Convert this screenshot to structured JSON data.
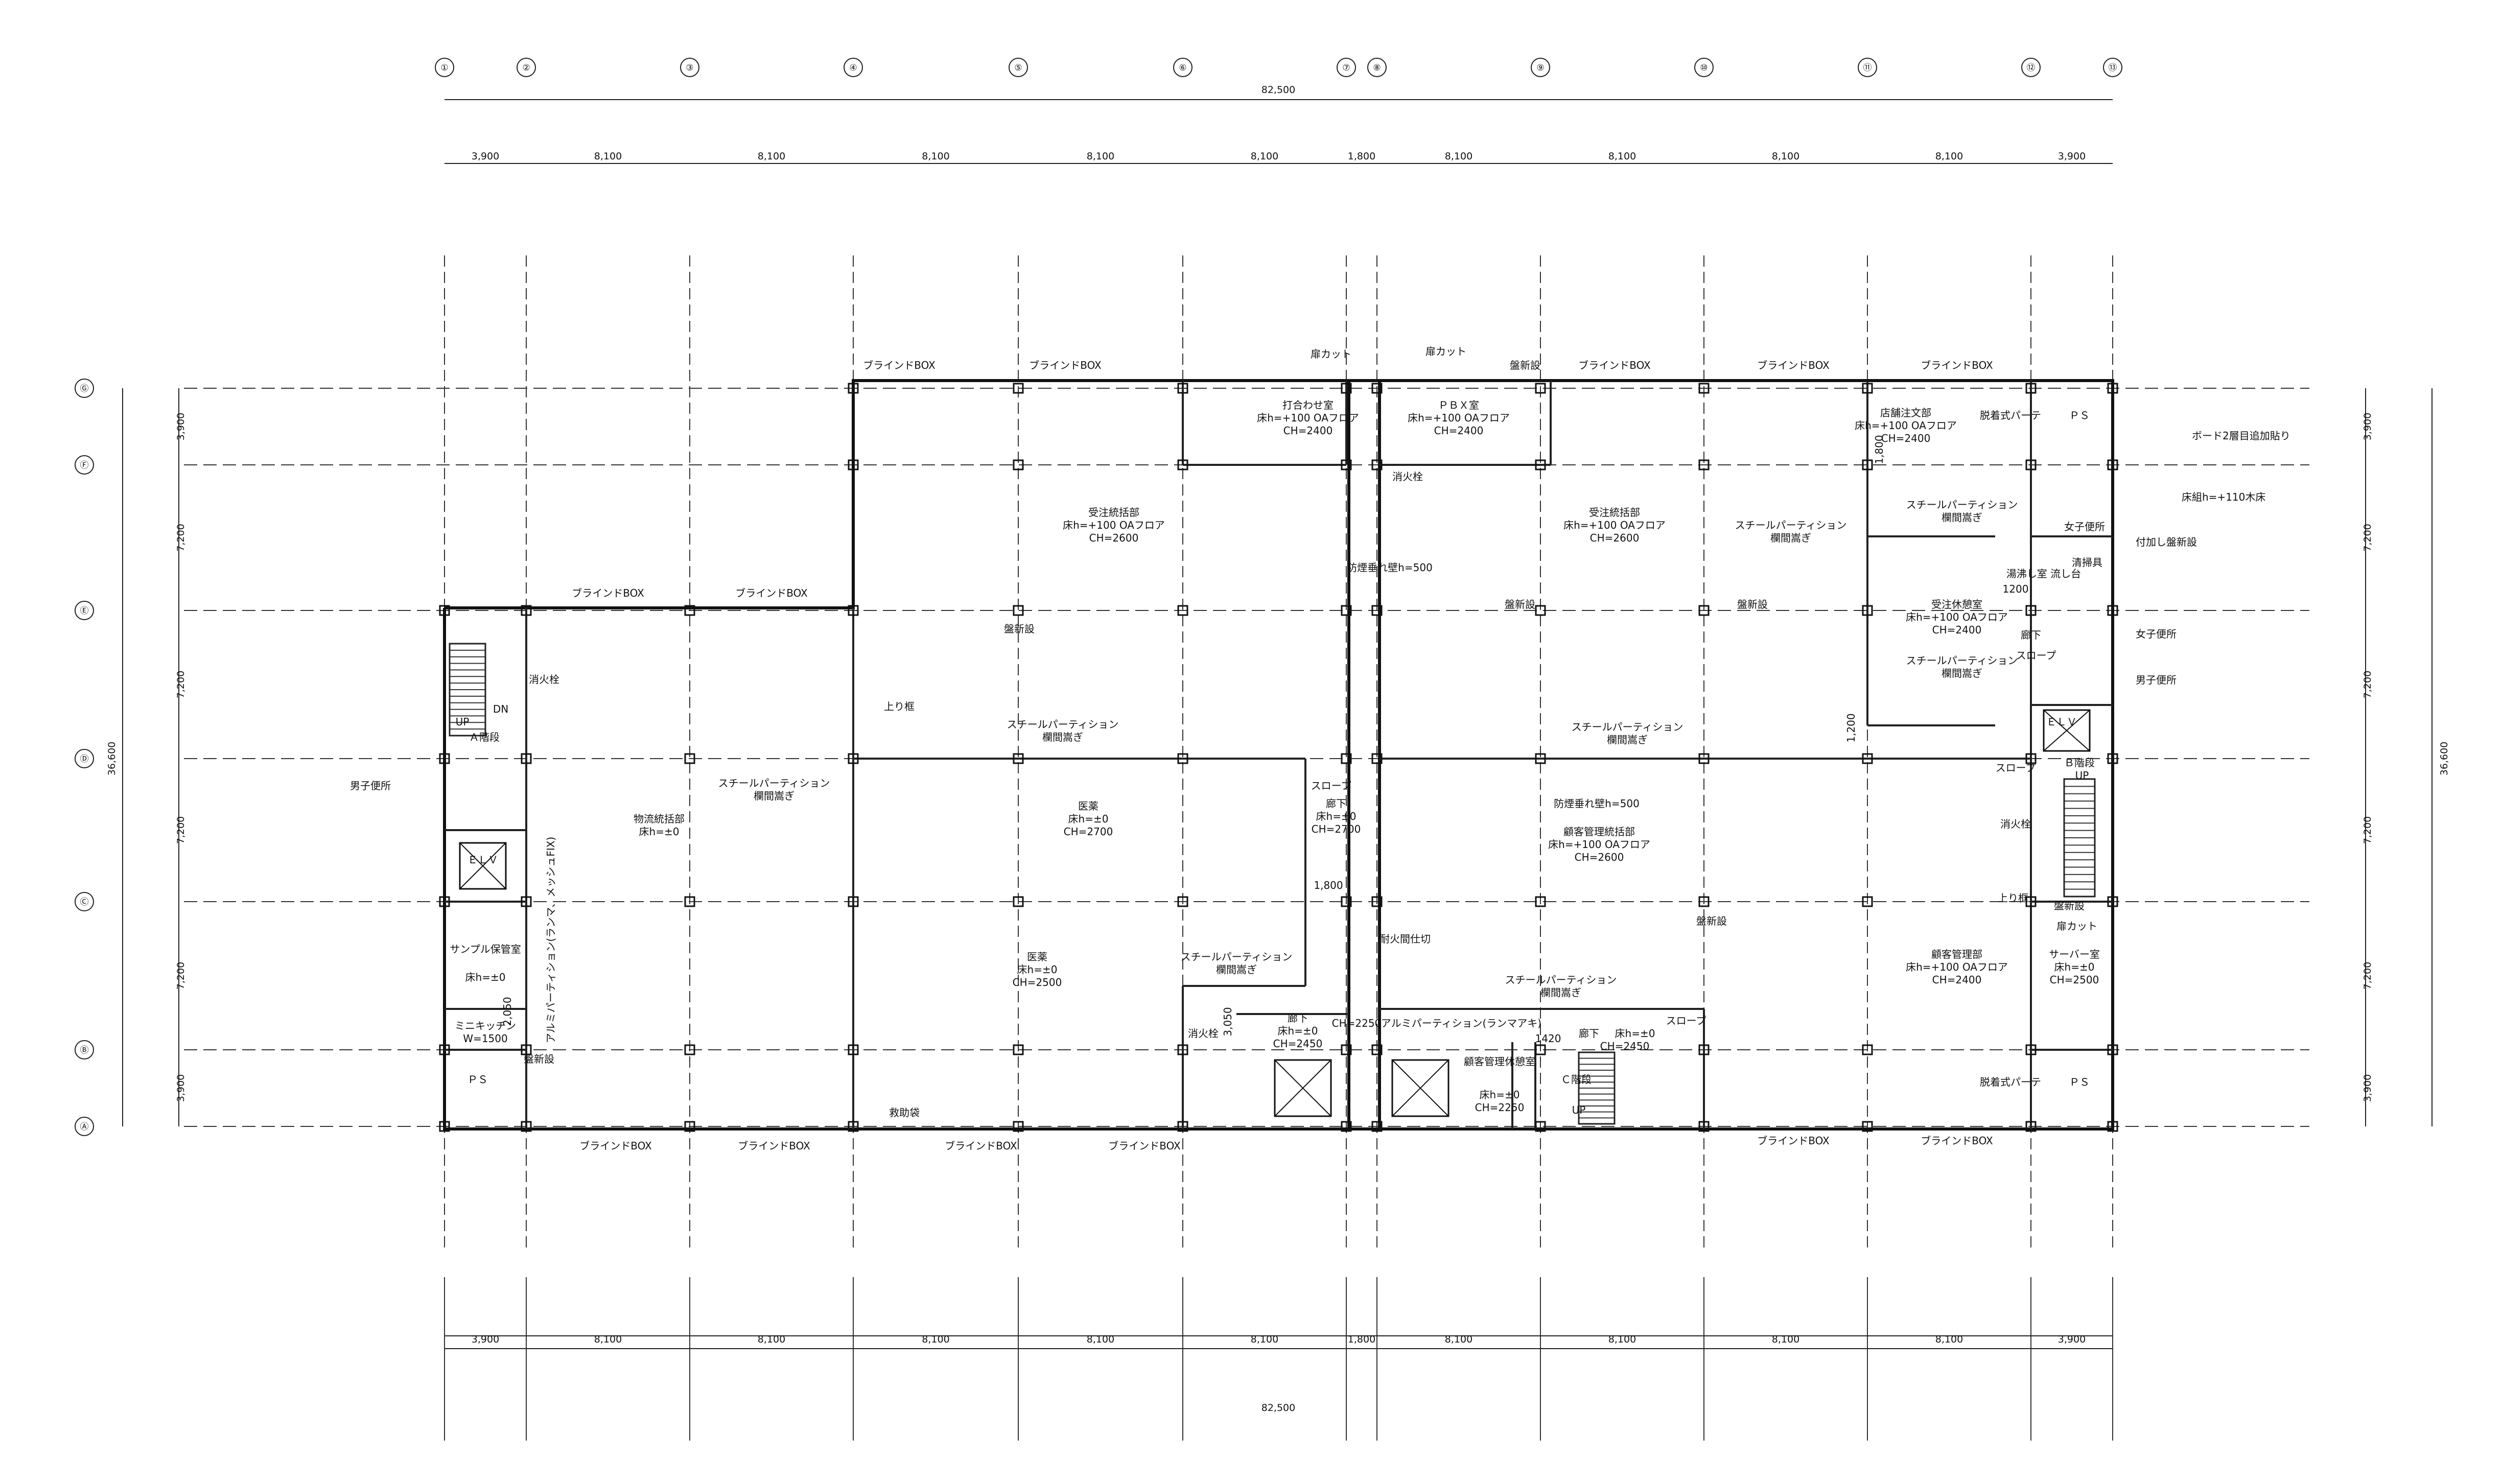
{
  "axes": {
    "columns": [
      "①",
      "②",
      "③",
      "④",
      "⑤",
      "⑥",
      "⑦",
      "⑧",
      "⑨",
      "⑩",
      "⑪",
      "⑫",
      "⑬"
    ],
    "rows": [
      "Ⓐ",
      "Ⓑ",
      "Ⓒ",
      "Ⓓ",
      "Ⓔ",
      "Ⓕ",
      "Ⓖ"
    ]
  },
  "dimensions": {
    "overall": "82,500",
    "bays": [
      "3,900",
      "8,100",
      "8,100",
      "8,100",
      "8,100",
      "8,100",
      "1,800",
      "8,100",
      "8,100",
      "8,100",
      "8,100",
      "3,900"
    ],
    "vertical_total": "36,600",
    "vertical_bays": [
      "3,900",
      "7,200",
      "7,200",
      "7,200",
      "7,200",
      "3,900"
    ]
  },
  "labels": {
    "blind_box": "ブラインドBOX",
    "pbx_room": "ＰＢＸ室",
    "meeting_room": "打合わせ室",
    "floor_oa100": "床h=+100 OAフロア",
    "ch2400": "CH=2400",
    "ch2600": "CH=2600",
    "ch2700": "CH=2700",
    "ch2500": "CH=2500",
    "ch2450": "CH=2450",
    "ch2250": "CH=2250",
    "juchu": "受注統括部",
    "tenpo": "店舗注文部",
    "kokyaku": "顧客管理統括部",
    "kokyaku2": "顧客管理部",
    "butsuryu": "物流統括部",
    "floor_0": "床h=±0",
    "steel_partition": "スチールパーティション",
    "ceiling_height": "欄間嵩ぎ",
    "denshin": "盤新設",
    "door_cut": "扉カット",
    "shoukasen": "消火栓",
    "bousai": "防煙垂れ壁h=500",
    "hikkaku": "上り框",
    "ikou": "医薬",
    "rouka": "廊下",
    "slope": "スロープ",
    "ev": "ＥＬＶ",
    "ps": "ＰＳ",
    "a_stair": "Ａ階段",
    "b_stair": "Ｂ階段",
    "c_stair": "Ｃ階段",
    "up": "UP",
    "dn": "DN",
    "men_wc": "男子便所",
    "women_wc": "女子便所",
    "sample_room": "サンプル保管室",
    "mini_kitchen": "ミニキッチン",
    "w1500": "W=1500",
    "alumi_partition_a": "アルミパーティション(ランマ、メッシュFIX)",
    "alumi_partition_b": "アルミパーティション(ランマアキ)",
    "taikyu": "顧客管理休憩室",
    "juchu_kyu": "受注休憩室",
    "server": "サーバー室",
    "kyujo": "救助袋",
    "taika": "耐火間仕切",
    "board": "ボード2層目追加貼り",
    "yuka": "床組h=+110木床",
    "tsuika": "付加し盤新設",
    "soji": "清掃具",
    "nagashi": "湯沸し室 流し台",
    "datchaku": "脱着式パーテ",
    "dim1200": "1200",
    "dim1200b": "1,200",
    "dim1800": "1,800",
    "dim1800b": "1,800",
    "dim2050": "2,050",
    "dim3050": "3,050",
    "dim1420": "1420"
  }
}
